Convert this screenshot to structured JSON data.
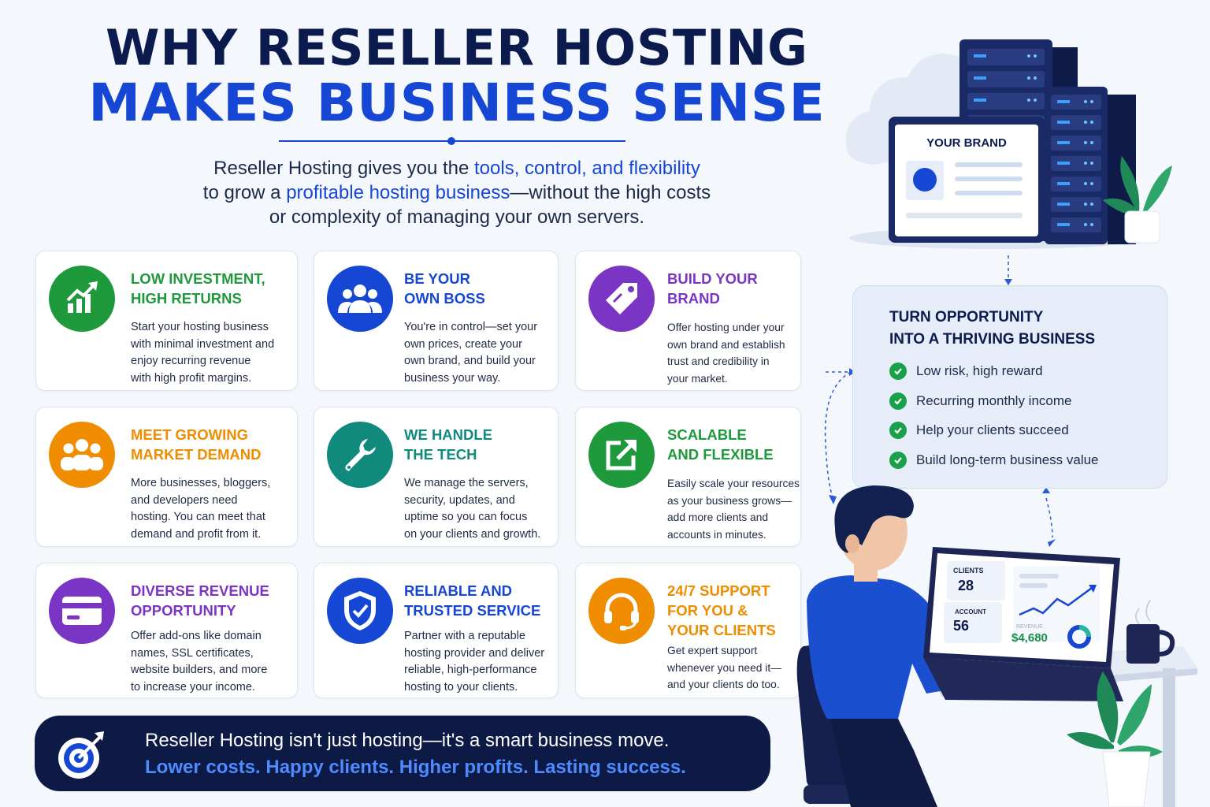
{
  "header": {
    "title_line1": "WHY RESELLER HOSTING",
    "title_line2": "MAKES BUSINESS SENSE",
    "intro_a": "Reseller Hosting gives you the ",
    "intro_b": "tools, control, and flexibility",
    "intro_c": "to grow a ",
    "intro_d": "profitable hosting business",
    "intro_e": "—without the high costs",
    "intro_f": "or complexity of managing your own servers."
  },
  "cards": [
    {
      "title": "LOW INVESTMENT,\nHIGH RETURNS",
      "body": "Start your hosting business\nwith minimal investment and\nenjoy recurring revenue\nwith high profit margins.",
      "color": "#1e9a3c",
      "icon": "growth-chart-icon"
    },
    {
      "title": "BE YOUR\nOWN BOSS",
      "body": "You're in control—set your\nown prices, create your\nown brand, and build your\nbusiness your way.",
      "color": "#1646d4",
      "icon": "team-icon"
    },
    {
      "title": "BUILD YOUR\nBRAND",
      "body": "Offer hosting under your\nown brand and establish\ntrust and credibility in\nyour market.",
      "color": "#7a35c4",
      "icon": "tag-icon"
    },
    {
      "title": "MEET GROWING\nMARKET DEMAND",
      "body": "More businesses, bloggers,\nand developers need\nhosting. You can meet that\ndemand and profit from it.",
      "color": "#f08c00",
      "icon": "users-icon"
    },
    {
      "title": "WE HANDLE\nTHE TECH",
      "body": "We manage the servers,\nsecurity, updates, and\nuptime so you can focus\non your clients and growth.",
      "color": "#0f8a7c",
      "icon": "wrench-icon"
    },
    {
      "title": "SCALABLE\nAND FLEXIBLE",
      "body": "Easily scale your resources\nas your business grows—\nadd more clients and\naccounts in minutes.",
      "color": "#1e9a3c",
      "icon": "expand-icon"
    },
    {
      "title": "DIVERSE REVENUE\nOPPORTUNITY",
      "body": "Offer add-ons like domain\nnames, SSL certificates,\nwebsite builders, and more\nto increase your income.",
      "color": "#7a35c4",
      "icon": "credit-card-icon"
    },
    {
      "title": "RELIABLE AND\nTRUSTED SERVICE",
      "body": "Partner with a reputable\nhosting provider and deliver\nreliable, high-performance\nhosting to your clients.",
      "color": "#1646d4",
      "icon": "shield-check-icon"
    },
    {
      "title": "24/7 SUPPORT\nFOR YOU &\nYOUR CLIENTS",
      "body": "Get expert support\nwhenever you need it—\nand your clients do too.",
      "color": "#f08c00",
      "icon": "headset-icon"
    }
  ],
  "bottom": {
    "line1": "Reseller Hosting isn't just hosting—it's a smart business move.",
    "line2": "Lower costs. Happy clients. Higher profits. Lasting success."
  },
  "opportunity": {
    "title": "TURN OPPORTUNITY\nINTO A THRIVING BUSINESS",
    "items": [
      "Low risk, high reward",
      "Recurring monthly income",
      "Help your clients succeed",
      "Build long-term business value"
    ]
  },
  "illustration": {
    "brand_label": "YOUR BRAND",
    "dashboard": {
      "clients_label": "CLIENTS",
      "clients_value": "28",
      "account_label": "ACCOUNT",
      "account_value": "56",
      "revenue_label": "REVENUE",
      "revenue_value": "$4,680"
    }
  }
}
